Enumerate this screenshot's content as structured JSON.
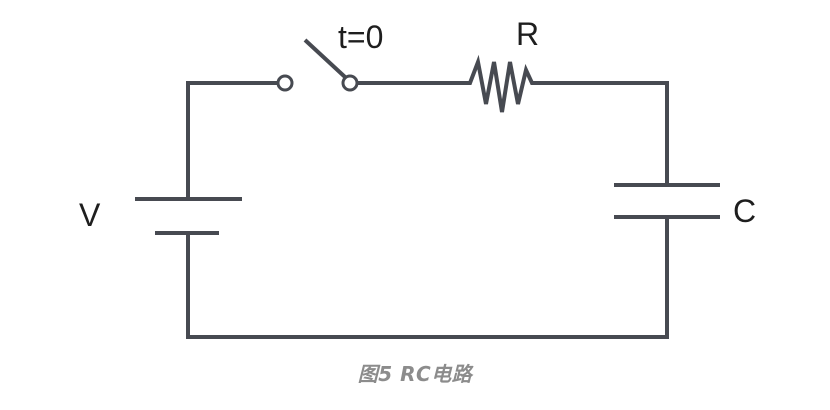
{
  "diagram": {
    "labels": {
      "switch": "t=0",
      "resistor": "R",
      "voltage_source": "V",
      "capacitor": "C"
    },
    "caption": "图5 RC电路",
    "colors": {
      "wire": "#474a51",
      "label": "#1e1e1e",
      "caption": "#8c8c8c",
      "background": "#ffffff"
    }
  }
}
